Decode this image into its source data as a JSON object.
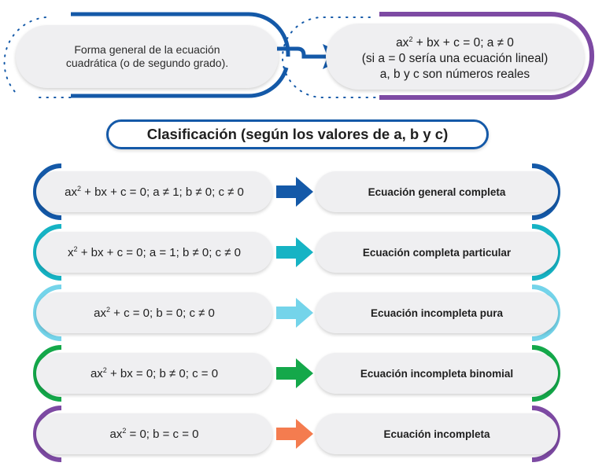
{
  "top": {
    "left_text_line1": "Forma general de la ecuación",
    "left_text_line2": "cuadrática (o de segundo grado).",
    "right_line1_a": "ax",
    "right_line1_sup": "2",
    "right_line1_b": " + bx + c = 0; a ",
    "right_line1_ne": "≠",
    "right_line1_c": " 0",
    "right_line2": "(si a = 0 sería una ecuación lineal)",
    "right_line3": "a, b y c son números reales"
  },
  "classification_title": "Clasificación (según los valores de a, b y c)",
  "rows": [
    {
      "eq_pre": "ax",
      "eq_sup": "2",
      "eq_post": " + bx + c = 0; a ≠ 1; b ≠ 0; c ≠ 0",
      "label": "Ecuación general completa",
      "color": "#1459a8"
    },
    {
      "eq_pre": "x",
      "eq_sup": "2",
      "eq_post": " + bx + c = 0; a = 1; b ≠ 0; c ≠ 0",
      "label": "Ecuación completa particular",
      "color": "#16b3c4"
    },
    {
      "eq_pre": "ax",
      "eq_sup": "2",
      "eq_post": " + c = 0; b = 0; c ≠ 0",
      "label": "Ecuación incompleta pura",
      "color": "#74d4ea"
    },
    {
      "eq_pre": "ax",
      "eq_sup": "2",
      "eq_post": " + bx = 0; b ≠ 0; c = 0",
      "label": "Ecuación incompleta binomial",
      "color": "#14a84a"
    },
    {
      "eq_pre": "ax",
      "eq_sup": "2",
      "eq_post": " = 0; b = c = 0",
      "label": "Ecuación incompleta",
      "color": "#7d4aa3"
    }
  ],
  "arrow_colors": [
    "#1459a8",
    "#16b3c4",
    "#74d4ea",
    "#14a84a",
    "#f47c4f"
  ],
  "colors": {
    "blue": "#1459a8",
    "purple": "#7d4aa3",
    "dots": "#1459a8"
  }
}
